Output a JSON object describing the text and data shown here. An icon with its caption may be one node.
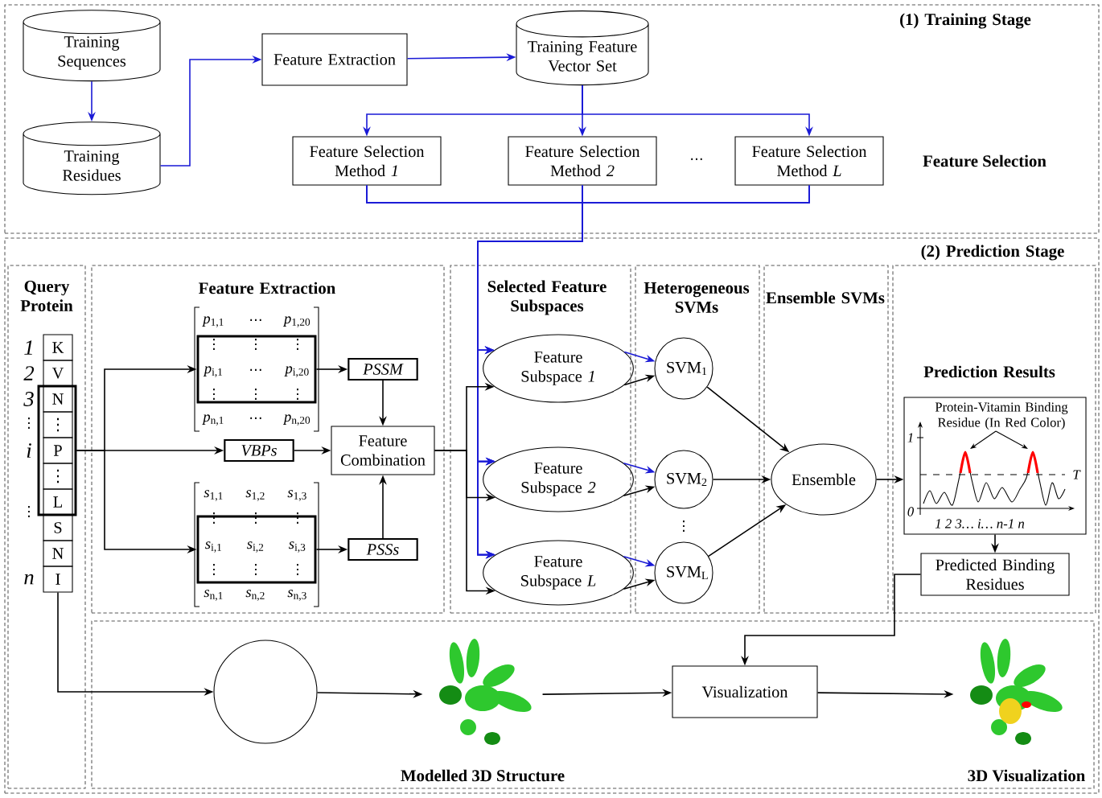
{
  "diagram": {
    "nodes": [
      {
        "text": [
          "(1) Training Stage"
        ]
      },
      {
        "text": [
          "Training Sequences"
        ],
        "in": 0
      },
      {
        "text": [
          "Training Residues"
        ],
        "in": 0
      },
      {
        "text": [
          "Feature Extraction"
        ],
        "in": 0
      },
      {
        "text": [
          "Training Feature Vector Set"
        ],
        "in": 0
      },
      {
        "text": [
          "Feature Selection Method *1*"
        ],
        "in": 0
      },
      {
        "text": [
          "Feature Selection Method *2*"
        ],
        "in": 0
      },
      {
        "text": [
          "Feature Selection Method *L*"
        ],
        "in": 0
      },
      {
        "text": [
          "(2) Prediction Stage"
        ]
      },
      {
        "text": [
          "Query Protein"
        ],
        "in": 8
      },
      {
        "text": [
          "K"
        ],
        "in": 9
      },
      {
        "text": [
          "V"
        ],
        "in": 9
      },
      {
        "text": [],
        "shape": "box",
        "in": 9
      },
      {
        "text": [
          "N"
        ],
        "in": 12
      },
      {
        "text": [
          "⋮"
        ],
        "in": 12
      },
      {
        "text": [
          "P"
        ],
        "in": 12
      },
      {
        "text": [
          "⋮"
        ],
        "in": 12
      },
      {
        "text": [
          "L"
        ],
        "in": 12
      },
      {
        "text": [
          "S"
        ],
        "in": 9
      },
      {
        "text": [
          "N"
        ],
        "in": 9
      },
      {
        "text": [
          "I"
        ],
        "in": 9
      },
      {
        "text": [
          "Feature Extraction"
        ],
        "in": 8
      },
      {
        "text": [],
        "shape": "box",
        "in": 21
      },
      {
        "text": [
          "PSSM"
        ],
        "in": 21
      },
      {
        "text": [
          "VBPs"
        ],
        "in": 21
      },
      {
        "text": [],
        "shape": "box",
        "in": 21
      },
      {
        "text": [
          "PSSs"
        ],
        "in": 21
      },
      {
        "text": [
          "Feature Combination"
        ],
        "in": 21
      },
      {
        "text": [
          "Selected Feature Subspaces"
        ],
        "in": 8
      },
      {
        "text": [
          "Feature Subspace *1*"
        ],
        "in": 28
      },
      {
        "text": [
          "Feature Subspace *2*"
        ],
        "in": 28
      },
      {
        "text": [
          "Feature Subspace *L*"
        ],
        "in": 28
      },
      {
        "text": [
          "Heterogeneous SVMs"
        ],
        "in": 8
      },
      {
        "text": [
          "SVM$_{1}$"
        ],
        "in": 32
      },
      {
        "text": [
          "SVM$_{2}$"
        ],
        "in": 32
      },
      {
        "text": [
          "SVM$_{L}$"
        ],
        "in": 32
      },
      {
        "text": [
          "Ensemble SVMs"
        ],
        "in": 8
      },
      {
        "text": [
          "Ensemble"
        ],
        "in": 36
      },
      {
        "text": [
          "Prediction Results"
        ],
        "in": 8
      },
      {
        "text": [
          "Protein-Vitamin Binding Residue (In Red Color)"
        ],
        "in": 38
      },
      {
        "text": [
          "Predicted Binding Residues"
        ],
        "in": 38
      },
      {
        "text": [],
        "shape": "box",
        "in": 8
      },
      {
        "text": [],
        "shape": "circle",
        "in": 41
      },
      {
        "text": [],
        "shape": "picture",
        "in": 41,
        "beside": [
          "Modelled 3D Structure"
        ]
      },
      {
        "text": [
          "Visualization"
        ],
        "in": 41
      },
      {
        "text": [],
        "shape": "picture",
        "in": 41,
        "beside": [
          "3D Visualization"
        ]
      }
    ],
    "edges": [
      {
        "from": 1,
        "to": 2,
        "arrow": "to",
        "color": "#1a1ad6"
      },
      {
        "from": 2,
        "to": 3,
        "arrow": "to",
        "color": "#1a1ad6"
      },
      {
        "from": 3,
        "to": 4,
        "arrow": "to",
        "color": "#1a1ad6"
      },
      {
        "from": 4,
        "to": 5,
        "arrow": "to",
        "color": "#1a1ad6"
      },
      {
        "from": 4,
        "to": 6,
        "arrow": "to",
        "color": "#1a1ad6"
      },
      {
        "from": 4,
        "to": 7,
        "arrow": "to",
        "color": "#1a1ad6"
      },
      {
        "from": 5,
        "to": 29,
        "arrow": "to",
        "color": "#1a1ad6"
      },
      {
        "from": 5,
        "to": 30,
        "arrow": "to",
        "color": "#1a1ad6"
      },
      {
        "from": 5,
        "to": 31,
        "arrow": "to",
        "color": "#1a1ad6"
      },
      {
        "from": 6,
        "to": 29,
        "arrow": "to",
        "color": "#1a1ad6"
      },
      {
        "from": 6,
        "to": 30,
        "arrow": "to",
        "color": "#1a1ad6"
      },
      {
        "from": 6,
        "to": 31,
        "arrow": "to",
        "color": "#1a1ad6"
      },
      {
        "from": 7,
        "to": 29,
        "arrow": "to",
        "color": "#1a1ad6"
      },
      {
        "from": 7,
        "to": 30,
        "arrow": "to",
        "color": "#1a1ad6"
      },
      {
        "from": 7,
        "to": 31,
        "arrow": "to",
        "color": "#1a1ad6"
      },
      {
        "from": 12,
        "to": 22,
        "arrow": "to"
      },
      {
        "from": 12,
        "to": 24,
        "arrow": "to"
      },
      {
        "from": 12,
        "to": 25,
        "arrow": "to"
      },
      {
        "from": 22,
        "to": 23,
        "arrow": "to"
      },
      {
        "from": 25,
        "to": 26,
        "arrow": "to"
      },
      {
        "from": 23,
        "to": 27,
        "arrow": "to"
      },
      {
        "from": 24,
        "to": 27,
        "arrow": "to"
      },
      {
        "from": 26,
        "to": 27,
        "arrow": "to"
      },
      {
        "from": 27,
        "to": 29,
        "arrow": "to"
      },
      {
        "from": 27,
        "to": 30,
        "arrow": "to"
      },
      {
        "from": 27,
        "to": 31,
        "arrow": "to"
      },
      {
        "from": 29,
        "to": 33,
        "arrow": "to",
        "color": "#1a1ad6"
      },
      {
        "from": 30,
        "to": 34,
        "arrow": "to",
        "color": "#1a1ad6"
      },
      {
        "from": 31,
        "to": 35,
        "arrow": "to",
        "color": "#1a1ad6"
      },
      {
        "from": 29,
        "to": 33,
        "arrow": "to"
      },
      {
        "from": 30,
        "to": 34,
        "arrow": "to"
      },
      {
        "from": 31,
        "to": 35,
        "arrow": "to"
      },
      {
        "from": 33,
        "to": 37,
        "arrow": "to"
      },
      {
        "from": 34,
        "to": 37,
        "arrow": "to"
      },
      {
        "from": 35,
        "to": 37,
        "arrow": "to"
      },
      {
        "from": 37,
        "to": 39,
        "arrow": "to"
      },
      {
        "from": 39,
        "to": 40,
        "arrow": "to"
      },
      {
        "from": 40,
        "to": 44,
        "arrow": "to"
      },
      {
        "from": 20,
        "to": 42,
        "arrow": "to"
      },
      {
        "from": 42,
        "to": 43,
        "arrow": "to"
      },
      {
        "from": 43,
        "to": 44,
        "arrow": "to"
      },
      {
        "from": 44,
        "to": 45,
        "arrow": "to"
      }
    ],
    "labels": [
      "Feature Selection",
      "⋯",
      "1",
      "2",
      "3",
      "⋮",
      "i",
      "⋮",
      "n",
      "*p*$_{1,1}$",
      "⋯",
      "*p*$_{1,20}$",
      "⋮",
      "⋮",
      "⋮",
      "*p*$_{i,1}$",
      "⋯",
      "*p*$_{i,20}$",
      "⋮",
      "⋮",
      "⋮",
      "*p*$_{n,1}$",
      "⋯",
      "*p*$_{n,20}$",
      "*s*$_{1,1}$",
      "*s*$_{1,2}$",
      "*s*$_{1,3}$",
      "⋮",
      "⋮",
      "⋮",
      "*s*$_{i,1}$",
      "*s*$_{i,2}$",
      "*s*$_{i,3}$",
      "⋮",
      "⋮",
      "⋮",
      "*s*$_{n,1}$",
      "*s*$_{n,2}$",
      "*s*$_{n,3}$",
      "⋮",
      "1",
      "T",
      "0",
      "1 2 3… i… n-1 n"
    ]
  }
}
